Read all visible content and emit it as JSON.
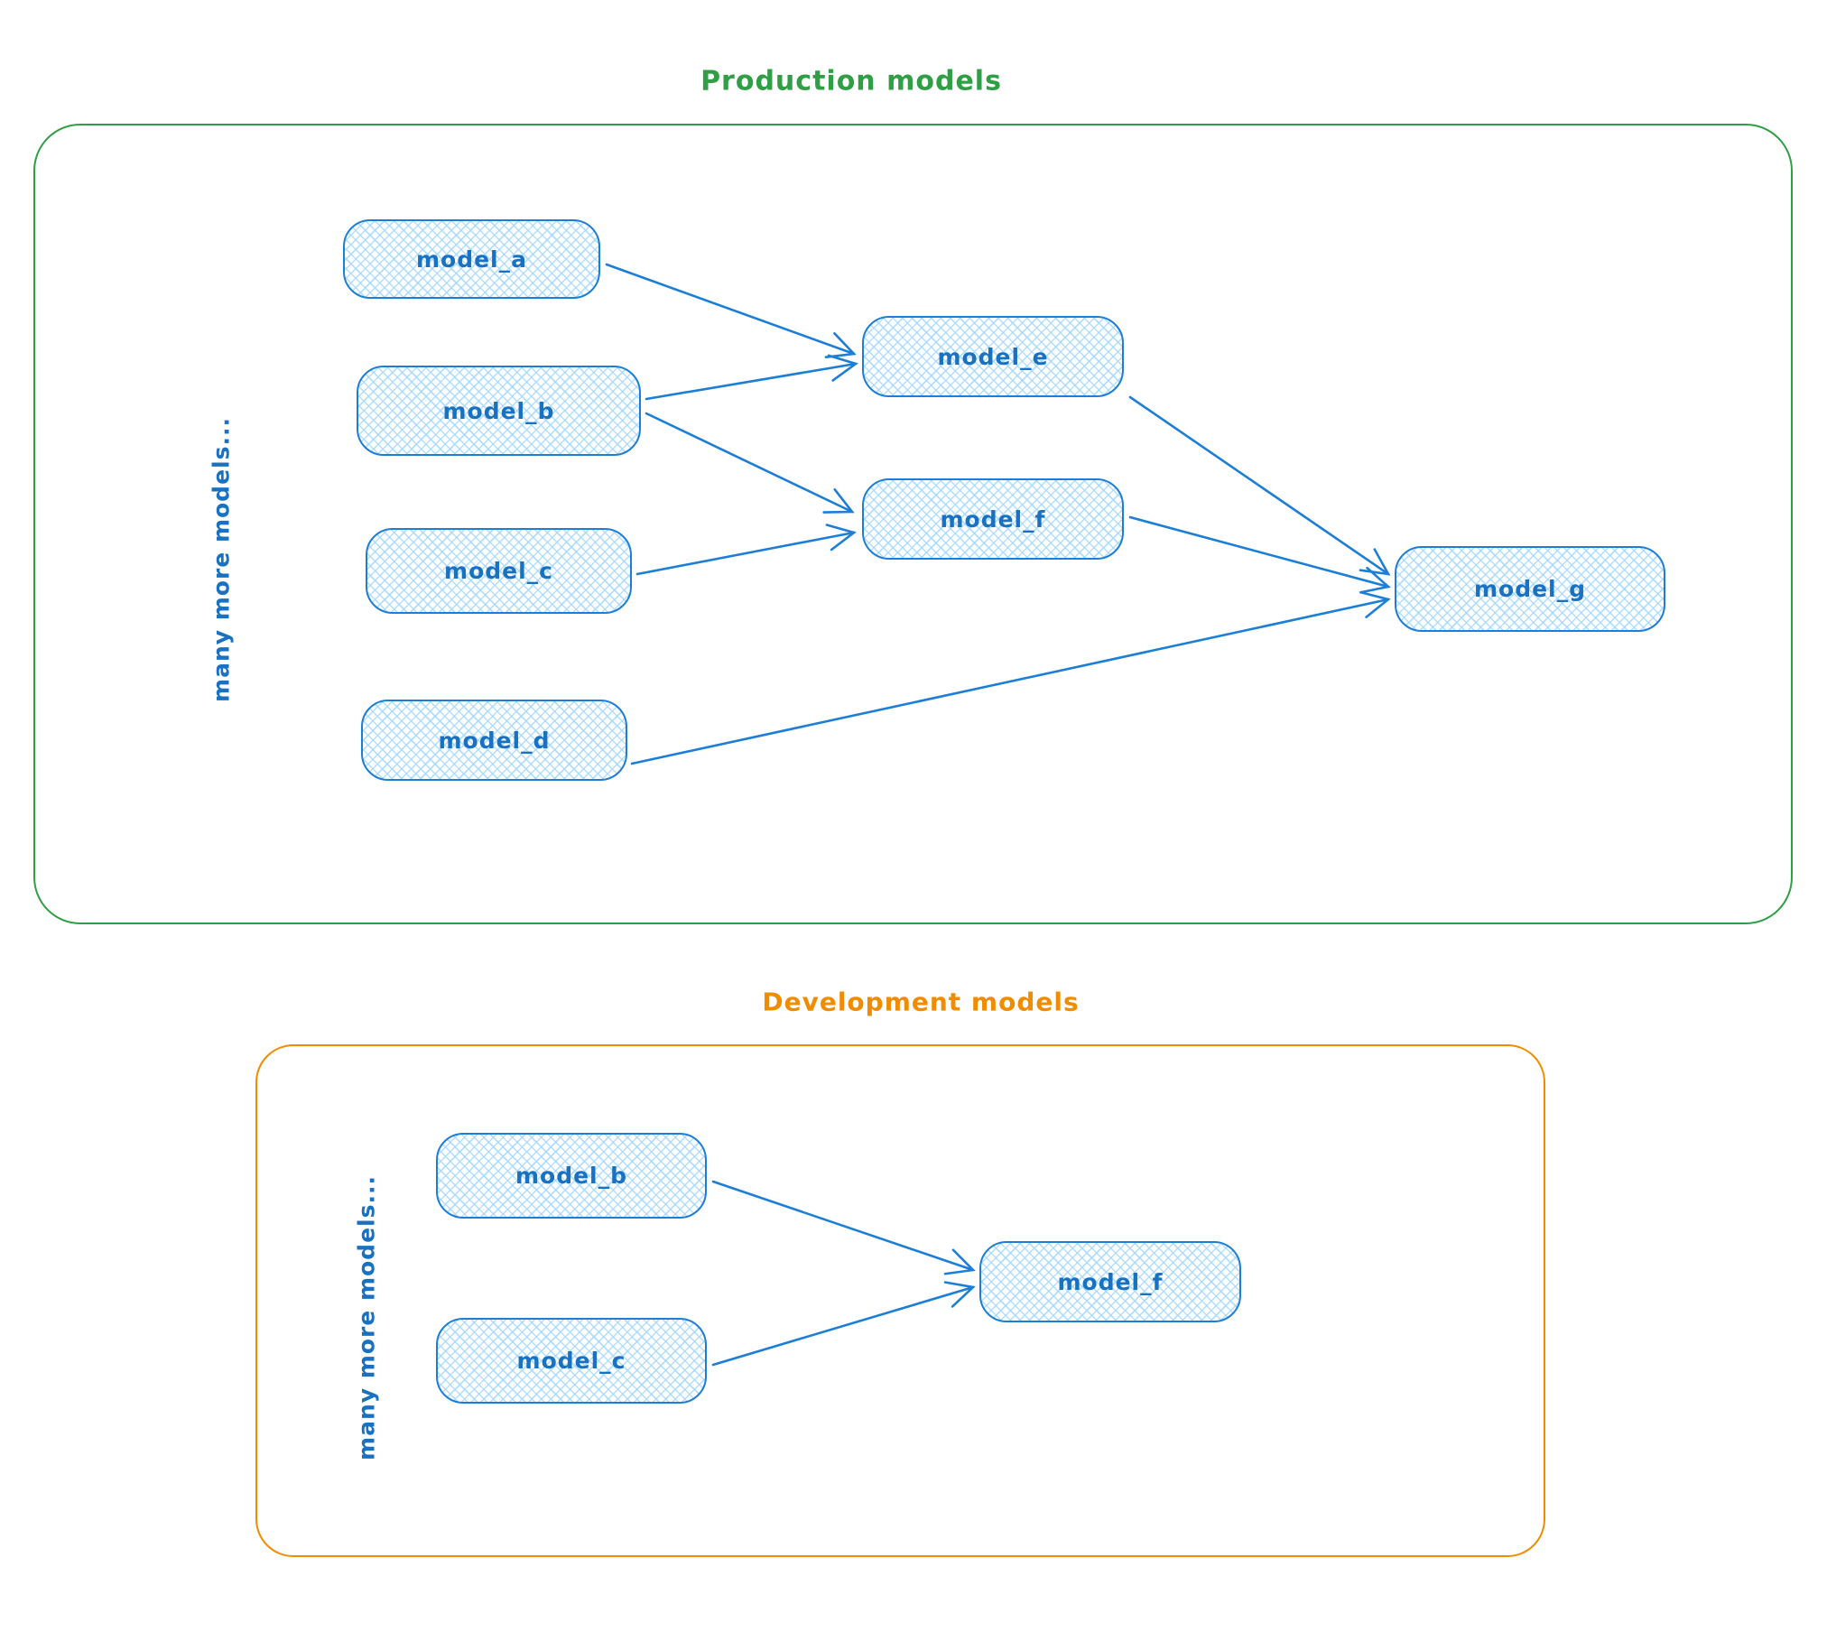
{
  "colors": {
    "node_stroke": "#1c7ed6",
    "node_fill_hatch": "#a5d8ff",
    "node_text": "#1971c2",
    "arrow": "#1c7ed6",
    "production_accent": "#2f9e44",
    "development_accent": "#f08c00",
    "background": "#ffffff"
  },
  "sections": [
    {
      "id": "production",
      "title": "Production models",
      "side_note": "many more models...",
      "nodes": [
        {
          "id": "model_a",
          "label": "model_a"
        },
        {
          "id": "model_b",
          "label": "model_b"
        },
        {
          "id": "model_c",
          "label": "model_c"
        },
        {
          "id": "model_d",
          "label": "model_d"
        },
        {
          "id": "model_e",
          "label": "model_e"
        },
        {
          "id": "model_f",
          "label": "model_f"
        },
        {
          "id": "model_g",
          "label": "model_g"
        }
      ],
      "edges": [
        {
          "from": "model_a",
          "to": "model_e"
        },
        {
          "from": "model_b",
          "to": "model_e"
        },
        {
          "from": "model_b",
          "to": "model_f"
        },
        {
          "from": "model_c",
          "to": "model_f"
        },
        {
          "from": "model_e",
          "to": "model_g"
        },
        {
          "from": "model_f",
          "to": "model_g"
        },
        {
          "from": "model_d",
          "to": "model_g"
        }
      ]
    },
    {
      "id": "development",
      "title": "Development models",
      "side_note": "many more models...",
      "nodes": [
        {
          "id": "model_b",
          "label": "model_b"
        },
        {
          "id": "model_c",
          "label": "model_c"
        },
        {
          "id": "model_f",
          "label": "model_f"
        }
      ],
      "edges": [
        {
          "from": "model_b",
          "to": "model_f"
        },
        {
          "from": "model_c",
          "to": "model_f"
        }
      ]
    }
  ]
}
